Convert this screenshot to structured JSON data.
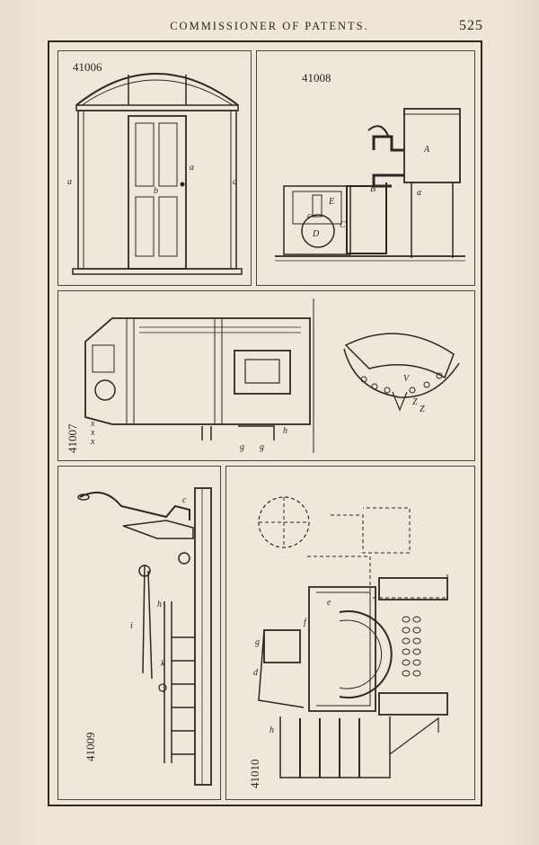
{
  "header": {
    "title": "COMMISSIONER OF PATENTS.",
    "page_number": "525"
  },
  "figures": [
    {
      "number": "41006",
      "subject": "door with arched transom",
      "letters": [
        "a",
        "a",
        "a",
        "b"
      ]
    },
    {
      "number": "41008",
      "subject": "tank and pipe apparatus",
      "letters": [
        "A",
        "B",
        "C",
        "D",
        "E",
        "a",
        "c"
      ]
    },
    {
      "number": "41007",
      "subject": "stove with grate section",
      "letters": [
        "x",
        "x",
        "x",
        "h",
        "g",
        "g",
        "V",
        "Z",
        "Z"
      ]
    },
    {
      "number": "41009",
      "subject": "gas fixture mechanism",
      "letters": [
        "c",
        "h",
        "i",
        "k"
      ]
    },
    {
      "number": "41010",
      "subject": "furnace cross-section",
      "letters": [
        "d",
        "f",
        "g",
        "e",
        "h"
      ]
    }
  ]
}
